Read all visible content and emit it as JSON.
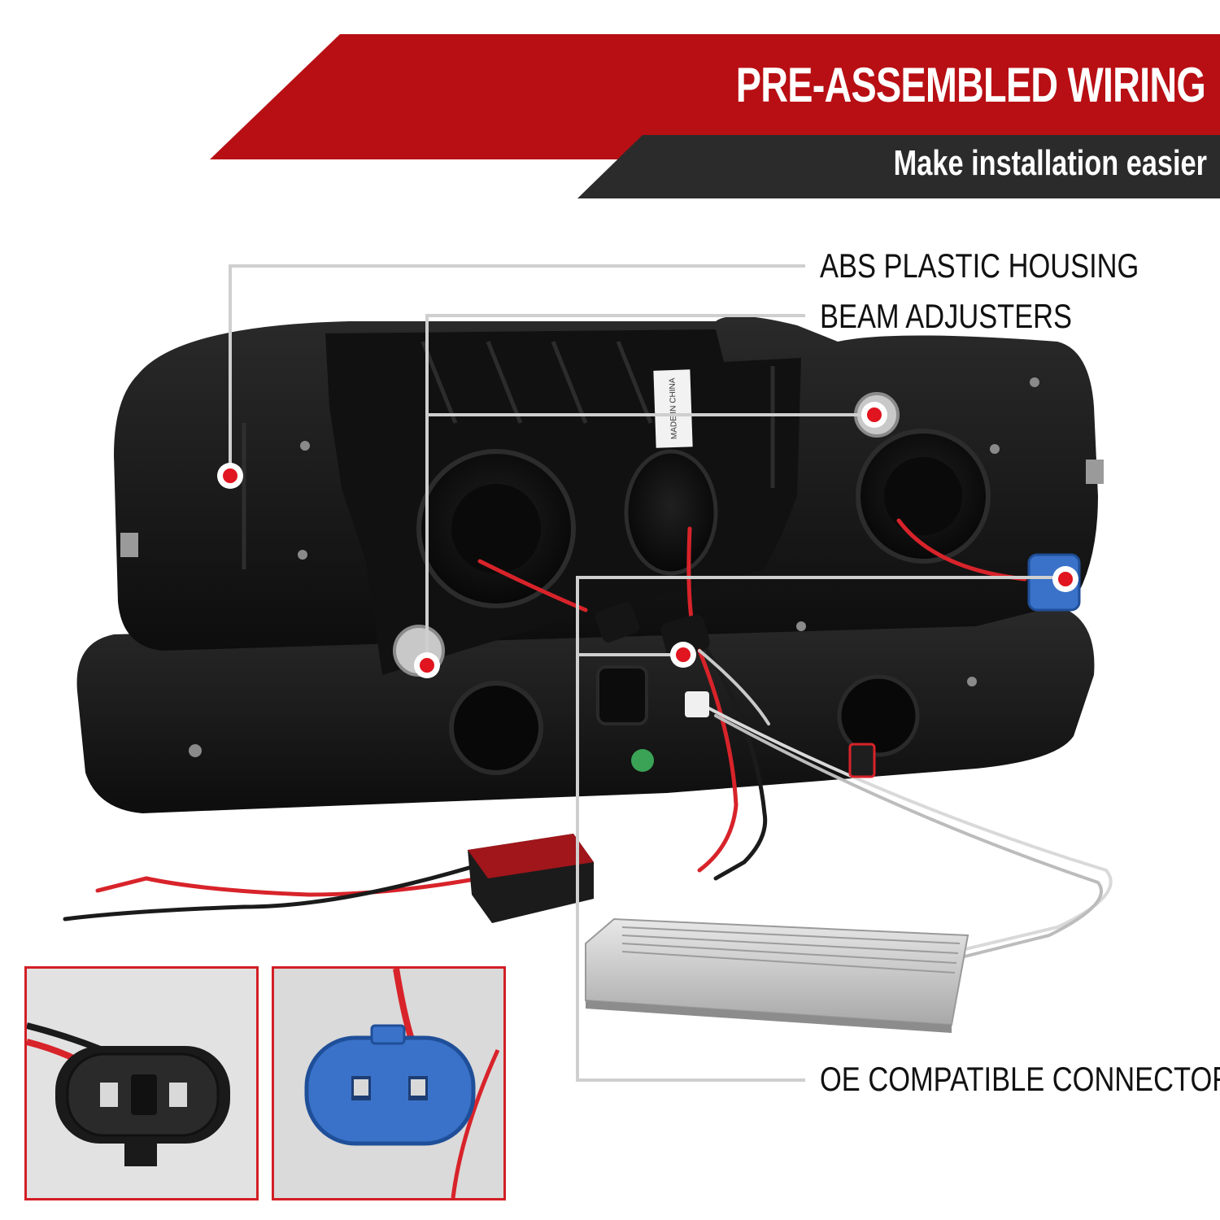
{
  "banner": {
    "title": "PRE-ASSEMBLED WIRING",
    "subtitle": "Make installation easier",
    "primary_color": "#b80f14",
    "secondary_color": "#2b2b2b"
  },
  "callouts": [
    {
      "label": "ABS PLASTIC HOUSING"
    },
    {
      "label": "BEAM ADJUSTERS"
    },
    {
      "label": "OE COMPATIBLE CONNECTORS"
    }
  ],
  "product": {
    "housing_color": "#1a1a1a",
    "wire_color": "#d8232a",
    "connector_color": "#3a72c9",
    "sticker_text": "MADE IN CHINA"
  },
  "insets": [
    {
      "subject": "black-halogen-connector"
    },
    {
      "subject": "blue-halogen-connector"
    }
  ],
  "marker_color": "#e0151f"
}
